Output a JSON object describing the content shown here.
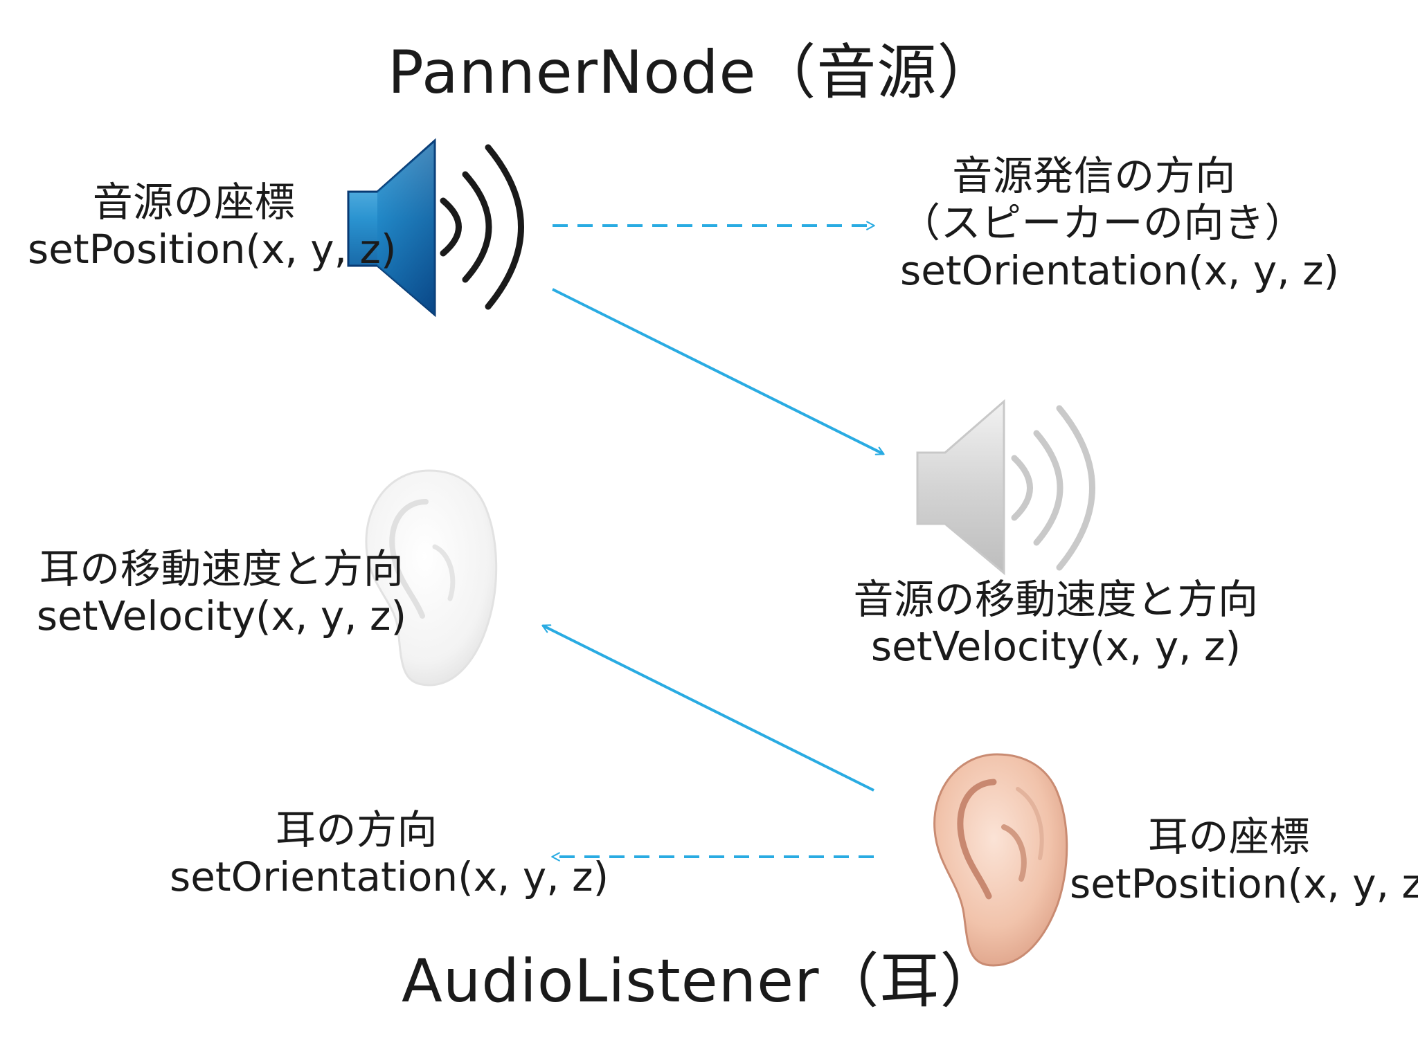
{
  "titles": {
    "panner": "PannerNode（音源）",
    "listener": "AudioListener（耳）"
  },
  "labels": {
    "source_position": {
      "jp": "音源の座標",
      "code": "setPosition(x, y, z)"
    },
    "source_orientation": {
      "jp": "音源発信の方向",
      "jp2": "（スピーカーの向き）",
      "code": "setOrientation(x, y, z)"
    },
    "source_velocity": {
      "jp": "音源の移動速度と方向",
      "code": "setVelocity(x, y, z)"
    },
    "ear_velocity": {
      "jp": "耳の移動速度と方向",
      "code": "setVelocity(x, y, z)"
    },
    "ear_orientation": {
      "jp": "耳の方向",
      "code": "setOrientation(x, y, z)"
    },
    "ear_position": {
      "jp": "耳の座標",
      "code": "setPosition(x, y, z)"
    }
  },
  "icons": {
    "speaker": "speaker-icon",
    "speaker_ghost": "speaker-ghost-icon",
    "ear_ghost": "ear-ghost-icon",
    "ear": "ear-icon"
  },
  "colors": {
    "arrow": "#29abe2",
    "speaker_blue": "#0f6fb0",
    "ear_skin": "#f2c2aa"
  }
}
